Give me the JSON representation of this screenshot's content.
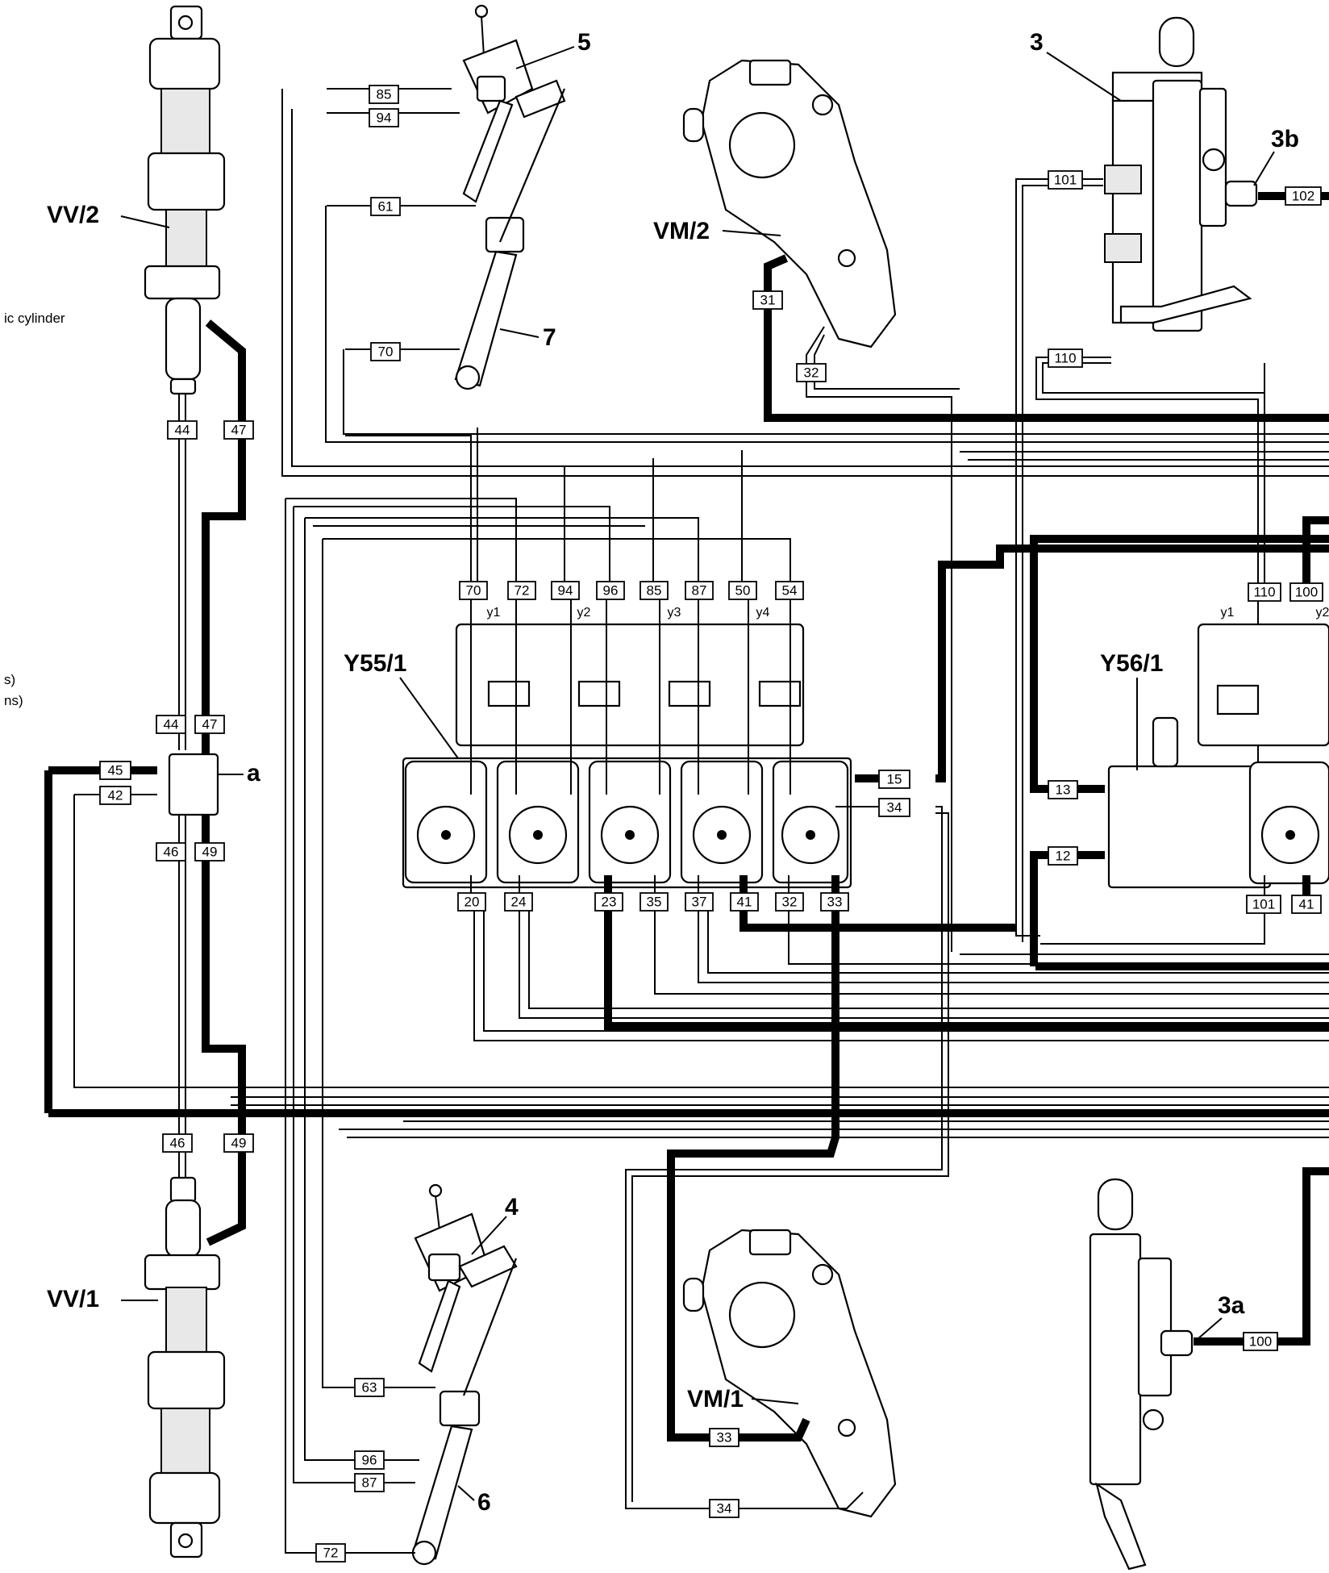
{
  "components": {
    "vv2": "VV/2",
    "vv1": "VV/1",
    "vm2": "VM/2",
    "vm1": "VM/1",
    "y55_1": "Y55/1",
    "y56_1": "Y56/1",
    "n3": "3",
    "n3a": "3a",
    "n3b": "3b",
    "n4": "4",
    "n5": "5",
    "n6": "6",
    "n7": "7",
    "a": "a"
  },
  "side_text": {
    "cylinder": "ic cylinder",
    "s": "s)",
    "ns": "ns)"
  },
  "valve_labels_y55": [
    "y1",
    "y2",
    "y3",
    "y4"
  ],
  "valve_labels_y56": [
    "y1",
    "y2"
  ],
  "line_tags": {
    "t85": "85",
    "t94": "94",
    "t61": "61",
    "t70": "70",
    "t31": "31",
    "t32": "32",
    "t101": "101",
    "t102": "102",
    "t110": "110",
    "t44": "44",
    "t47": "47",
    "t44b": "44",
    "t47b": "47",
    "t45": "45",
    "t42": "42",
    "t46": "46",
    "t49": "49",
    "t46b": "46",
    "t49b": "49",
    "p70": "70",
    "p72": "72",
    "p94": "94",
    "p96": "96",
    "p85": "85",
    "p87": "87",
    "p50": "50",
    "p54": "54",
    "p110": "110",
    "p100": "100",
    "b20": "20",
    "b24": "24",
    "b23": "23",
    "b35": "35",
    "b37": "37",
    "b41": "41",
    "b32": "32",
    "b33": "33",
    "t15": "15",
    "t34": "34",
    "t13": "13",
    "t12": "12",
    "b101": "101",
    "b41b": "41",
    "t87": "87",
    "t96": "96",
    "t63": "63",
    "t72": "72",
    "t33": "33",
    "t34b": "34",
    "t100": "100"
  }
}
